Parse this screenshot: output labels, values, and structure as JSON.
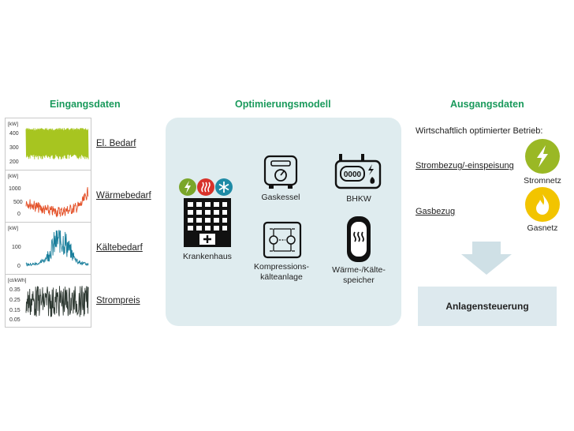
{
  "titles": {
    "inputs": "Eingangsdaten",
    "model": "Optimierungsmodell",
    "outputs": "Ausgangsdaten"
  },
  "inputs": [
    {
      "label": "El. Bedarf",
      "unit": "[kW]",
      "ticks": [
        "400",
        "300",
        "200"
      ],
      "color": "#a7c520",
      "shape": "band"
    },
    {
      "label": "Wärmebedarf",
      "unit": "[kW]",
      "ticks": [
        "1000",
        "500",
        "0"
      ],
      "color": "#e4532b",
      "shape": "u"
    },
    {
      "label": "Kältebedarf",
      "unit": "[kW]",
      "ticks": [
        "100",
        "0"
      ],
      "color": "#1a7f9c",
      "shape": "hump"
    },
    {
      "label": "Strompreis",
      "unit": "[ct/kWh]",
      "ticks": [
        "0.35",
        "0.25",
        "0.15",
        "0.05"
      ],
      "color": "#2f3a33",
      "shape": "noise"
    }
  ],
  "model": {
    "hospital": "Krankenhaus",
    "boiler": "Gaskessel",
    "chp": "BHKW",
    "chp_screen": "0000",
    "chiller": [
      "Kompressions-",
      "kälteanlage"
    ],
    "storage": [
      "Wärme-/Kälte-",
      "speicher"
    ]
  },
  "outputs": {
    "heading": "Wirtschaftlich optimierter Betrieb:",
    "power_link": "Strombezug/-einspeisung",
    "power_net": "Stromnetz",
    "gas_link": "Gasbezug",
    "gas_net": "Gasnetz",
    "control": "Anlagensteuerung"
  },
  "colors": {
    "accent_green": "#1a9a5c",
    "power_circle": "#9ab825",
    "gas_circle": "#f2c400",
    "panel_bg": "#dfecef",
    "hospital_green": "#7aa62a",
    "hospital_red": "#d8322a",
    "hospital_teal": "#1f8ba6"
  }
}
